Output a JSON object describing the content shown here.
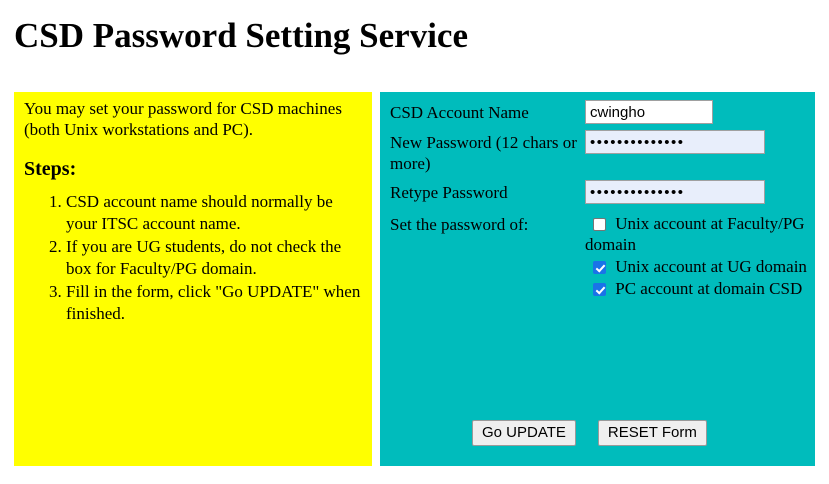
{
  "page": {
    "title": "CSD Password Setting Service",
    "background": "#ffffff"
  },
  "info_panel": {
    "background": "#ffff00",
    "intro": "You may set your password for CSD machines (both Unix workstations and PC).",
    "steps_heading": "Steps:",
    "steps": [
      "CSD account name should normally be your ITSC account name.",
      "If you are UG students, do not check the box for Faculty/PG domain.",
      "Fill in the form, click \"Go UPDATE\" when finished."
    ]
  },
  "form_panel": {
    "background": "#00bcbc",
    "fields": [
      {
        "label": "CSD Account Name",
        "name": "csd-account-name",
        "type": "text",
        "value": "cwingho",
        "placeholder": ""
      },
      {
        "label": "New Password (12 chars or more)",
        "name": "new-password",
        "type": "password",
        "value": "••••••••••••••",
        "placeholder": ""
      },
      {
        "label": "Retype Password",
        "name": "retype-password",
        "type": "password",
        "value": "••••••••••••••",
        "placeholder": ""
      }
    ],
    "checkbox_group": {
      "label": "Set the password of:",
      "options": [
        {
          "label": "Unix account at Faculty/PG domain",
          "checked": false
        },
        {
          "label": "Unix account at UG domain",
          "checked": true
        },
        {
          "label": "PC account at domain CSD",
          "checked": true
        }
      ],
      "checked_color": "#1a73e8"
    },
    "buttons": {
      "submit_label": "Go UPDATE",
      "reset_label": "RESET Form"
    }
  }
}
